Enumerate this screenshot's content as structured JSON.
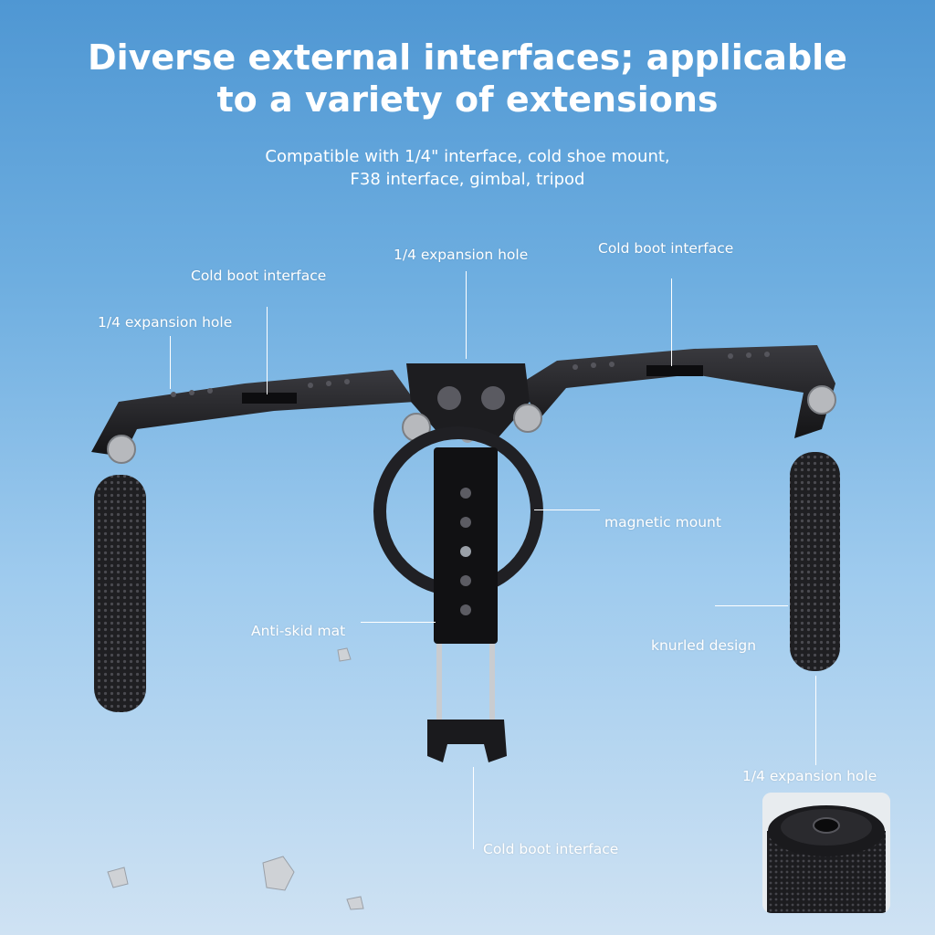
{
  "headline": {
    "line1": "Diverse external interfaces; applicable",
    "line2": "to a variety of extensions"
  },
  "subheadline": {
    "line1": "Compatible with 1/4\" interface, cold shoe mount,",
    "line2": "F38 interface, gimbal, tripod"
  },
  "callouts": {
    "left_expansion_hole": "1/4 expansion hole",
    "left_cold_boot": "Cold boot interface",
    "top_expansion_hole": "1/4 expansion hole",
    "right_cold_boot": "Cold boot interface",
    "magnetic_mount": "magnetic mount",
    "anti_skid_mat": "Anti-skid mat",
    "knurled_design": "knurled design",
    "bottom_expansion_hole": "1/4 expansion hole",
    "bottom_cold_boot": "Cold boot interface"
  },
  "colors": {
    "sky_top": "#4f97d3",
    "sky_bottom": "#cfe2f3",
    "text": "#ffffff",
    "metal": "#1c1c1e"
  }
}
